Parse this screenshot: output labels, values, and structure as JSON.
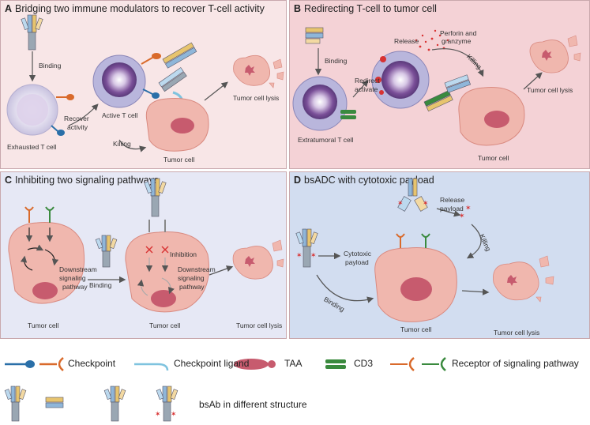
{
  "panels": {
    "a": {
      "letter": "A",
      "title": "Bridging two immune modulators to recover T-cell activity",
      "labels": {
        "binding": "Binding",
        "recover": "Recover",
        "activity": "activity",
        "exhausted": "Exhausted T cell",
        "active": "Active T cell",
        "killing": "Killing",
        "tumor_cell": "Tumor cell",
        "lysis": "Tumor cell lysis"
      }
    },
    "b": {
      "letter": "B",
      "title": "Redirecting T-cell to tumor cell",
      "labels": {
        "binding": "Binding",
        "redirect": "Redirect",
        "activate": "activate",
        "release": "Release",
        "perforin": "Perforin and",
        "granzyme": "granzyme",
        "killing": "Killing",
        "lysis": "Tumor cell lysis",
        "extratumoral": "Extratumoral T cell",
        "tumor_cell": "Tumor cell"
      }
    },
    "c": {
      "letter": "C",
      "title": "Inhibiting two signaling pathways",
      "labels": {
        "downstream1": "Downstream",
        "signaling1": "signaling",
        "pathway1": "pathway",
        "binding": "Binding",
        "inhibition": "Inhibition",
        "downstream2": "Downstream",
        "signaling2": "signaling",
        "pathway2": "pathway",
        "tumor_cell1": "Tumor cell",
        "tumor_cell2": "Tumor cell",
        "lysis": "Tumor cell lysis"
      }
    },
    "d": {
      "letter": "D",
      "title": "bsADC with cytotoxic payload",
      "labels": {
        "cytotoxic": "Cytotoxic",
        "payload": "payload",
        "release": "Release",
        "payload2": "payload",
        "killing": "Killing",
        "binding": "Binding",
        "tumor_cell": "Tumor cell",
        "lysis": "Tumor cell lysis"
      }
    }
  },
  "legend": {
    "checkpoint": "Checkpoint",
    "checkpoint_ligand": "Checkpoint ligand",
    "taa": "TAA",
    "cd3": "CD3",
    "receptor": "Receptor of signaling pathway",
    "bsab": "bsAb in different structure"
  },
  "colors": {
    "panel_a": "#f8e6e7",
    "panel_b": "#f4d2d6",
    "panel_c": "#e6e8f5",
    "panel_d": "#d2ddf0",
    "tumor": "#f0b7ae",
    "nucleus": "#c75b6e",
    "t_cell": "#b9b6dc",
    "checkpoint_blue": "#2a6fa8",
    "checkpoint_orange": "#d96a2b",
    "ligand_cyan": "#7fc3df",
    "cd3_green": "#3a8a3e",
    "payload_red": "#d83232"
  }
}
